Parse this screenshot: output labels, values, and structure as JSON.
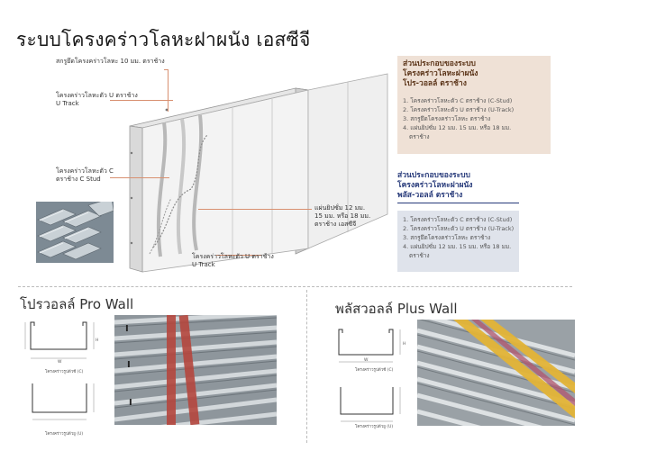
{
  "title": "ระบบโครงคร่าวโลหะฝาผนัง เอสซีจี",
  "diagram": {
    "labels": {
      "screw": "สกรูยึดโครงคร่าวโลหะ 10 มม. ตราช้าง",
      "u_track_top": "โครงคร่าวโลหะตัว U ตราช้าง\nU Track",
      "c_stud": "โครงคร่าวโลหะตัว C\nตราช้าง C Stud",
      "board": "แผ่นยิปซั่ม 12 มม.\n15 มม. หรือ 18 มม.\nตราช้าง เอสซีจี",
      "u_track_bottom": "โครงคร่าวโลหะตัว U ตราช้าง\nU Track"
    }
  },
  "prowall_box": {
    "heading": "ส่วนประกอบของระบบ\nโครงคร่าวโลหะฝาผนัง\nโปร-วอลล์ ตราช้าง",
    "items": [
      "1. โครงคร่าวโลหะตัว C ตราช้าง (C-Stud)",
      "2. โครงคร่าวโลหะตัว U ตราช้าง (U-Track)",
      "3. สกรูยึดโครงคร่าวโลหะ ตราช้าง",
      "4. แผ่นยิปซั่ม 12 มม. 15 มม. หรือ 18 มม.",
      "ตราช้าง"
    ]
  },
  "pluswall_box": {
    "heading": "ส่วนประกอบของระบบ\nโครงคร่าวโลหะฝาผนัง\nพลัส-วอลล์ ตราช้าง",
    "items": [
      "1. โครงคร่าวโลหะตัว C ตราช้าง (C-Stud)",
      "2. โครงคร่าวโลหะตัว U ตราช้าง (U-Track)",
      "3. สกรูยึดโครงคร่าวโลหะ ตราช้าง",
      "4. แผ่นยิปซั่ม 12 มม. 15 มม. หรือ 18 มม.",
      "ตราช้าง"
    ]
  },
  "prowall": {
    "title_th": "โปรวอลล์",
    "title_en": "Pro Wall",
    "caption_c": "โครงคร่าวรูปตัวซี (C)",
    "caption_u": "โครงคร่าวรูปตัวยู (U)",
    "dim_w": "W",
    "dim_h": "H"
  },
  "pluswall": {
    "title_th": "พลัสวอลล์",
    "title_en": "Plus Wall",
    "caption_c": "โครงคร่าวรูปตัวซี (C)",
    "caption_u": "โครงคร่าวรูปตัวยู (U)",
    "dim_w": "W",
    "dim_h": "H"
  },
  "colors": {
    "prowall_box_bg": "#efe1d6",
    "prowall_heading": "#5b3418",
    "pluswall_box_bg": "#dfe3eb",
    "pluswall_heading": "#273a7a",
    "leader_line": "#d89070"
  }
}
